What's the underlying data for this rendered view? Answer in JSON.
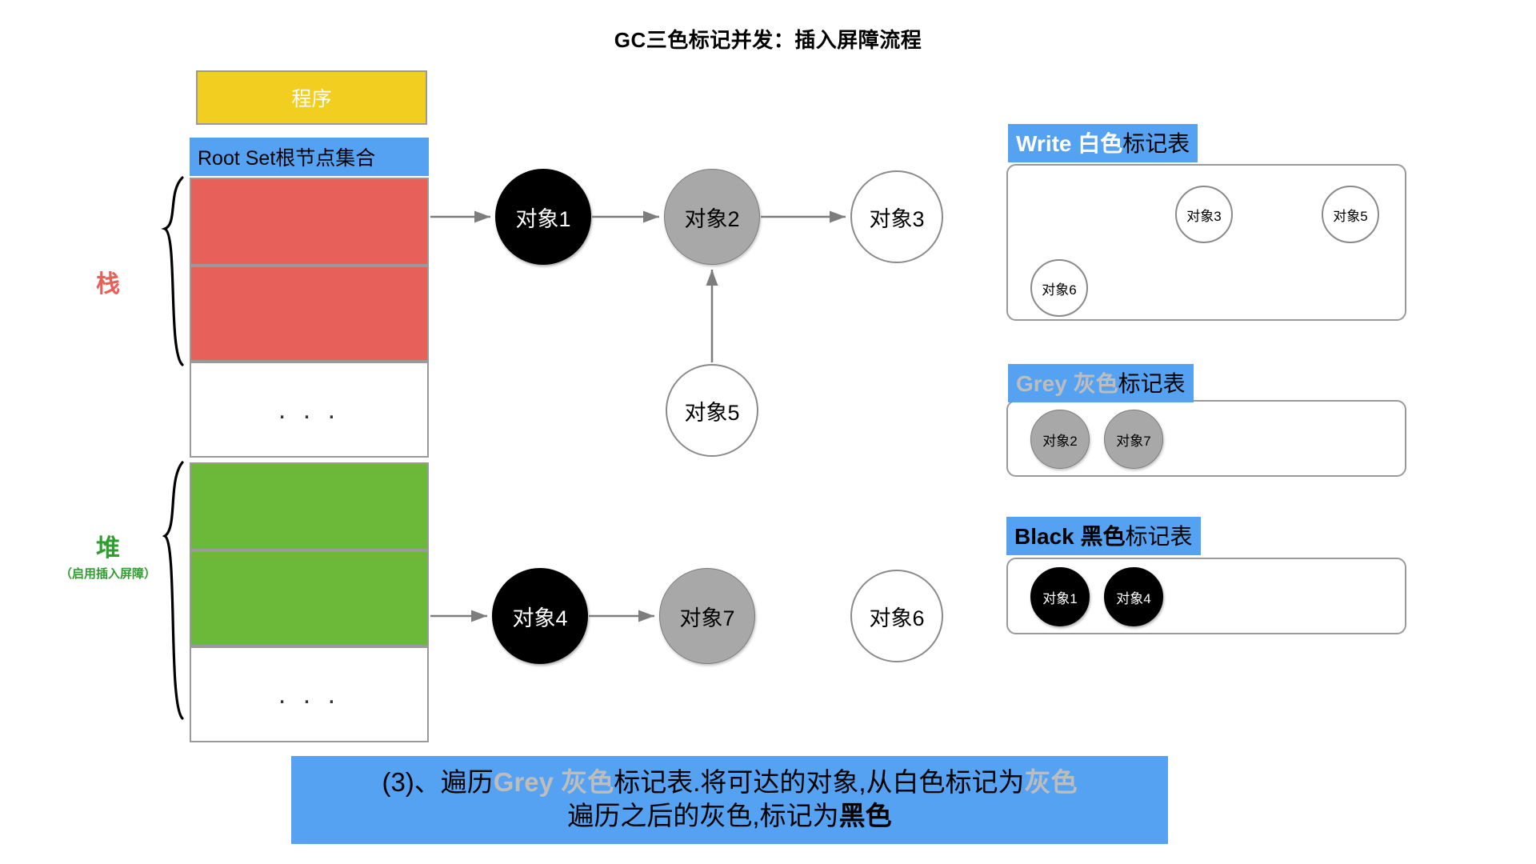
{
  "title": "GC三色标记并发：插入屏障流程",
  "memory": {
    "program_label": "程序",
    "root_set_label": "Root Set根节点集合",
    "stack_label": "栈",
    "heap_label": "堆",
    "heap_sub_label": "（启用插入屏障）",
    "ellipsis": ". . .",
    "slots": [
      {
        "name": "stack-slot-1",
        "fill": "red"
      },
      {
        "name": "stack-slot-2",
        "fill": "red"
      },
      {
        "name": "stack-slot-empty",
        "fill": "white",
        "text": ". . ."
      },
      {
        "name": "heap-slot-1",
        "fill": "green"
      },
      {
        "name": "heap-slot-2",
        "fill": "green"
      },
      {
        "name": "heap-slot-empty",
        "fill": "white",
        "text": ". . ."
      }
    ]
  },
  "graph": {
    "nodes": [
      {
        "id": "obj1",
        "label": "对象1",
        "color": "black"
      },
      {
        "id": "obj2",
        "label": "对象2",
        "color": "grey"
      },
      {
        "id": "obj3",
        "label": "对象3",
        "color": "white"
      },
      {
        "id": "obj5",
        "label": "对象5",
        "color": "white"
      },
      {
        "id": "obj4",
        "label": "对象4",
        "color": "black"
      },
      {
        "id": "obj7",
        "label": "对象7",
        "color": "grey"
      },
      {
        "id": "obj6",
        "label": "对象6",
        "color": "white"
      }
    ]
  },
  "panels": [
    {
      "id": "white-table",
      "header_keyword": "Write 白色",
      "header_rest": "标记表",
      "keyword_style": "white",
      "items": [
        {
          "label": "对象3",
          "color": "white"
        },
        {
          "label": "对象5",
          "color": "white"
        },
        {
          "label": "对象6",
          "color": "white"
        }
      ]
    },
    {
      "id": "grey-table",
      "header_keyword": "Grey 灰色",
      "header_rest": "标记表",
      "keyword_style": "grey",
      "items": [
        {
          "label": "对象2",
          "color": "grey"
        },
        {
          "label": "对象7",
          "color": "grey"
        }
      ]
    },
    {
      "id": "black-table",
      "header_keyword": "Black 黑色",
      "header_rest": "标记表",
      "keyword_style": "black",
      "items": [
        {
          "label": "对象1",
          "color": "black"
        },
        {
          "label": "对象4",
          "color": "black"
        }
      ]
    }
  ],
  "caption": {
    "line1_a": "(3)、遍历",
    "line1_grey": "Grey 灰色",
    "line1_b": "标记表.将可达的对象,从白色标记为",
    "line1_grey2": "灰色",
    "line2_a": "遍历之后的灰色,标记为",
    "line2_bold": "黑色"
  },
  "colors": {
    "accent_blue": "#55a2f2",
    "program_yellow": "#f2ce21",
    "stack_red": "#e8605a",
    "heap_green": "#6cb93a",
    "grey_node": "#a8a8a8",
    "border_grey": "#9a9a9a"
  }
}
